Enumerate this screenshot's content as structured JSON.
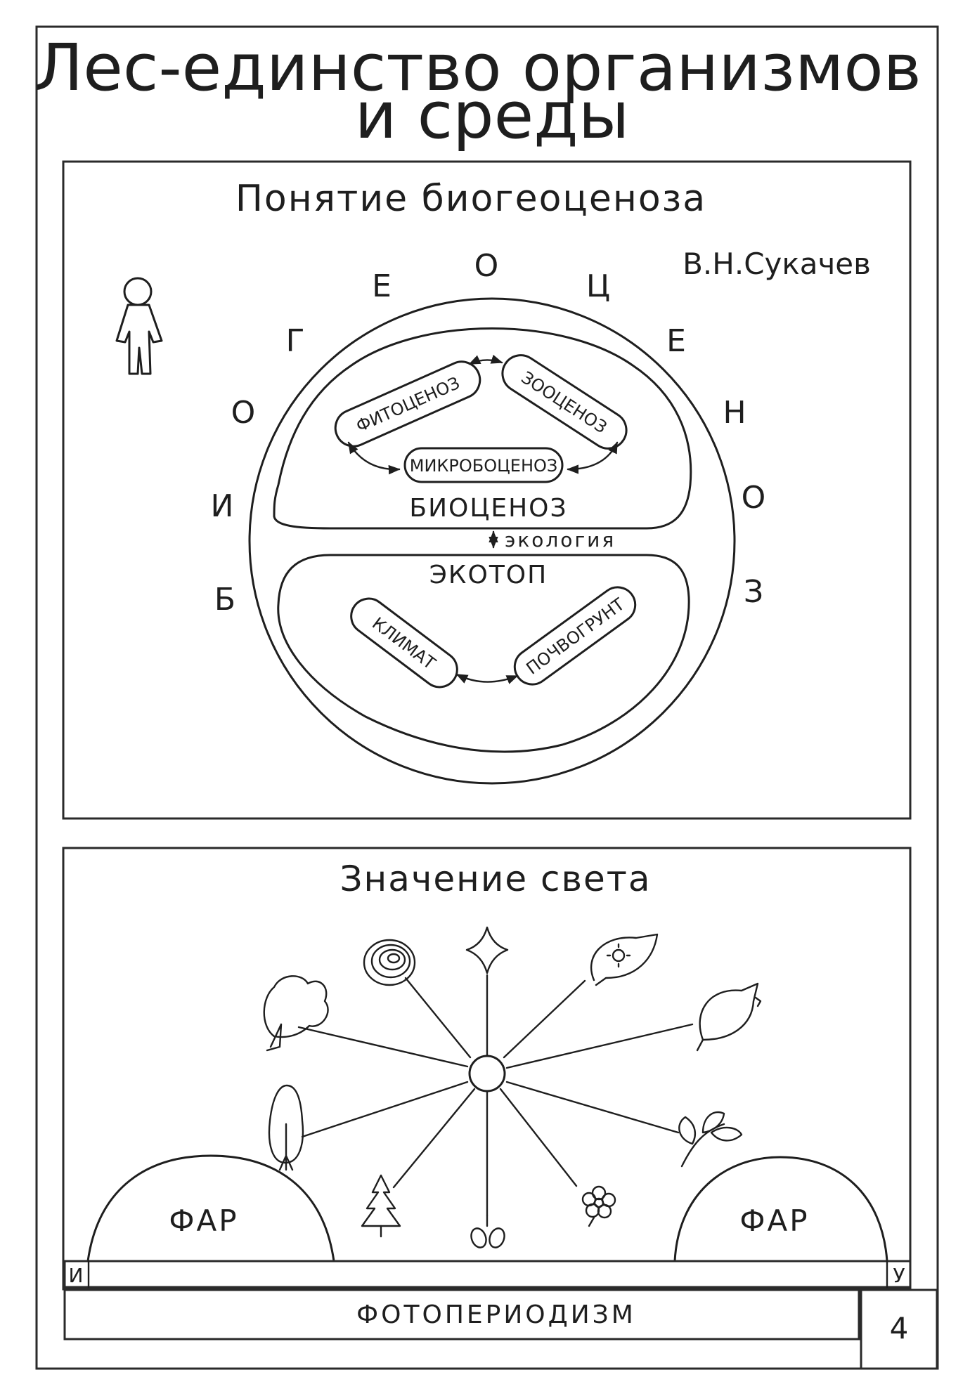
{
  "title": {
    "line1": "Лес-единство организмов",
    "line2": "и среды"
  },
  "section1": {
    "heading": "Понятие биогеоценоза",
    "author": "В.Н.Сукачев",
    "ring_letters": [
      "Б",
      "И",
      "О",
      "Г",
      "Е",
      "О",
      "Ц",
      "Е",
      "Н",
      "О",
      "З"
    ],
    "biocenosis": {
      "label": "БИОЦЕНОЗ",
      "members": [
        "ФИТОЦЕНОЗ",
        "ЗООЦЕНОЗ",
        "МИКРОБОЦЕНОЗ"
      ]
    },
    "link_label": "экология",
    "ecotope": {
      "label": "ЭКОТОП",
      "members": [
        "КЛИМАТ",
        "ПОЧВОГРУНТ"
      ]
    }
  },
  "section2": {
    "heading": "Значение света",
    "far_label": "ФАР",
    "scale_left": "И",
    "scale_right": "У",
    "footer_label": "ФОТОПЕРИОДИЗМ"
  },
  "page_number": "4",
  "colors": {
    "ink": "#1e1e1e",
    "paper": "#ffffff"
  }
}
